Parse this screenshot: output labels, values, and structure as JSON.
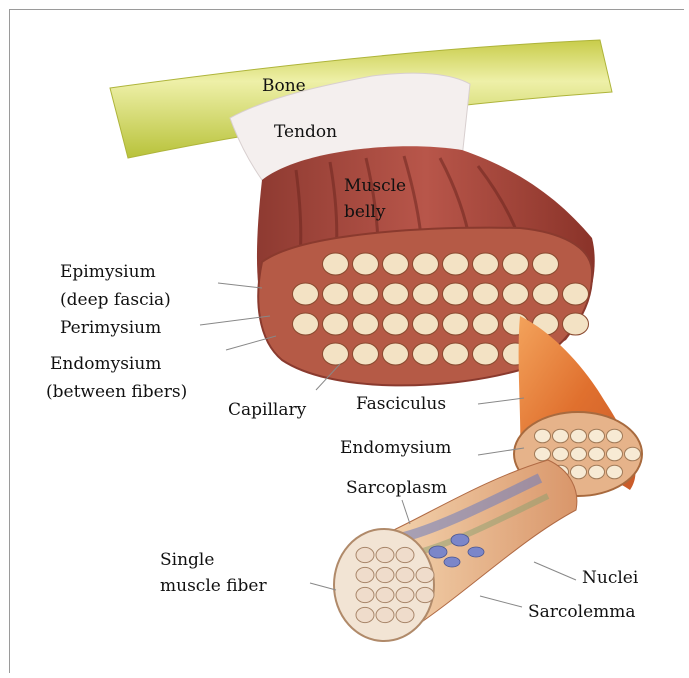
{
  "labels": {
    "bone": "Bone",
    "tendon": "Tendon",
    "muscle_belly_1": "Muscle",
    "muscle_belly_2": "belly",
    "epimysium_1": "Epimysium",
    "epimysium_2": "(deep fascia)",
    "perimysium": "Perimysium",
    "endomysium_left_1": "Endomysium",
    "endomysium_left_2": "(between fibers)",
    "capillary": "Capillary",
    "fasciculus": "Fasciculus",
    "endomysium_right": "Endomysium",
    "sarcoplasm": "Sarcoplasm",
    "single_fiber_1": "Single",
    "single_fiber_2": "muscle fiber",
    "nuclei": "Nuclei",
    "sarcolemma": "Sarcolemma"
  },
  "colors": {
    "bone": "#dfe07a",
    "bone_dark": "#b9c040",
    "tendon": "#f3eeec",
    "muscle": "#a24a3f",
    "muscle_dark": "#7a2e27",
    "fascicle": "#f3e1c2",
    "fiber_cell": "#fbf1de",
    "fasciculus": "#e0803e",
    "fiber": "#f0c89e",
    "nuclei": "#7d87c8"
  }
}
